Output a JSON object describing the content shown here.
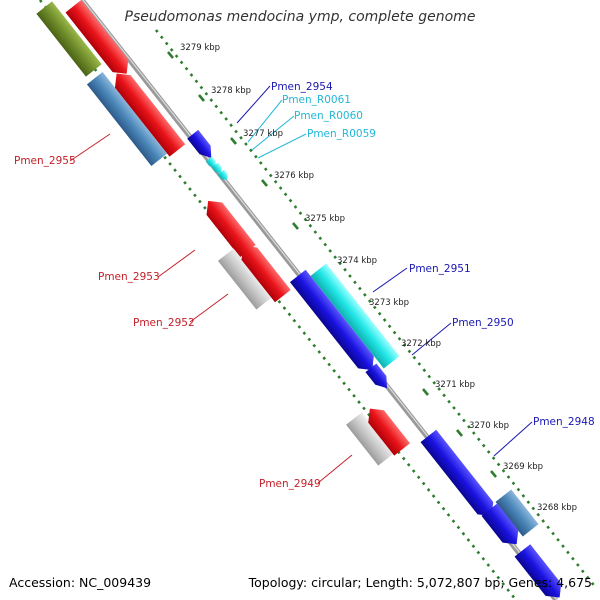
{
  "title": "Pseudomonas mendocina ymp, complete genome",
  "accession_label": "Accession: NC_009439",
  "summary_label": "Topology: circular; Length: 5,072,807 bp; Genes: 4,675",
  "colors": {
    "backbone": "#999999",
    "tick": "#2e7d2e",
    "red": "#e8141a",
    "blue": "#1a12e0",
    "steel": "#4a86b8",
    "olive": "#6f8c2a",
    "cyan": "#22e6e6",
    "gray": "#c8c8c8",
    "label_red": "#c4202a",
    "label_blue": "#1a18b0",
    "label_cyan": "#22b8d8"
  },
  "kbp_ticks": [
    {
      "label": "3279 kbp"
    },
    {
      "label": "3278 kbp"
    },
    {
      "label": "3277 kbp"
    },
    {
      "label": "3276 kbp"
    },
    {
      "label": "3275 kbp"
    },
    {
      "label": "3274 kbp"
    },
    {
      "label": "3273 kbp"
    },
    {
      "label": "3272 kbp"
    },
    {
      "label": "3271 kbp"
    },
    {
      "label": "3270 kbp"
    },
    {
      "label": "3269 kbp"
    },
    {
      "label": "3268 kbp"
    }
  ],
  "gene_labels": [
    {
      "name": "Pmen_2955",
      "tone": "red"
    },
    {
      "name": "Pmen_2953",
      "tone": "red"
    },
    {
      "name": "Pmen_2952",
      "tone": "red"
    },
    {
      "name": "Pmen_2949",
      "tone": "red"
    },
    {
      "name": "Pmen_2954",
      "tone": "blue"
    },
    {
      "name": "Pmen_R0061",
      "tone": "cyan"
    },
    {
      "name": "Pmen_R0060",
      "tone": "cyan"
    },
    {
      "name": "Pmen_R0059",
      "tone": "cyan"
    },
    {
      "name": "Pmen_2951",
      "tone": "blue"
    },
    {
      "name": "Pmen_2950",
      "tone": "blue"
    },
    {
      "name": "Pmen_2948",
      "tone": "blue"
    }
  ]
}
